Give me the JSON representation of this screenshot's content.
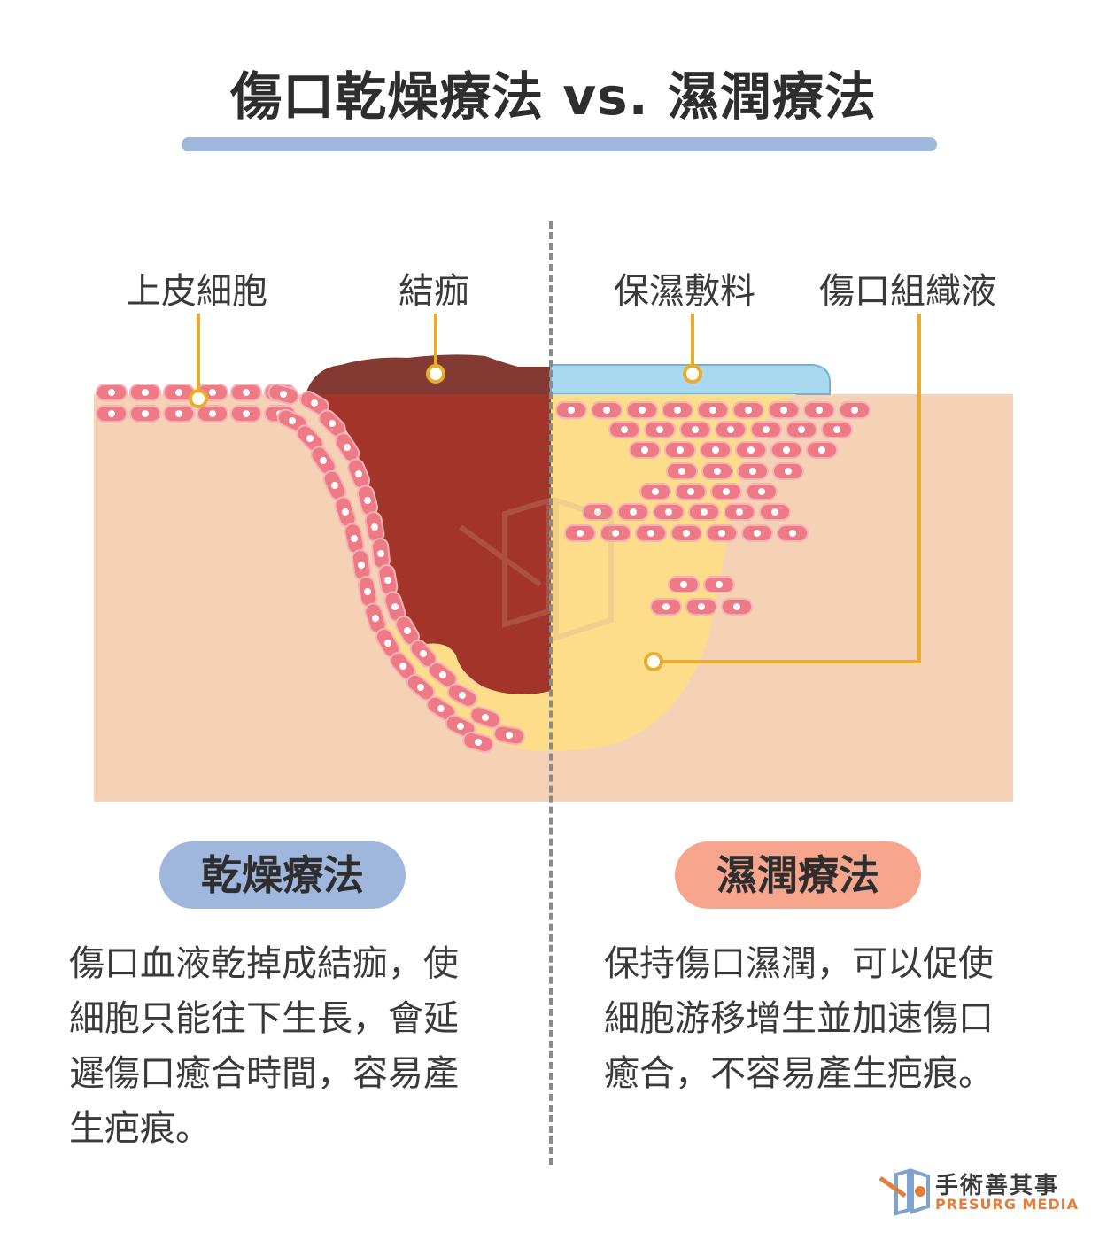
{
  "title": "傷口乾燥療法 vs. 濕潤療法",
  "labels": {
    "epithelial_cells": "上皮細胞",
    "scab": "結痂",
    "moist_dressing": "保濕敷料",
    "wound_fluid": "傷口組織液"
  },
  "dry": {
    "heading": "乾燥療法",
    "lines": [
      "傷口血液乾掉成結痂，使",
      "細胞只能往下生長，會延",
      "遲傷口癒合時間，容易產",
      "生疤痕。"
    ]
  },
  "wet": {
    "heading": "濕潤療法",
    "lines": [
      "保持傷口濕潤，可以促使",
      "細胞游移增生並加速傷口",
      "癒合，不容易產生疤痕。"
    ]
  },
  "logo": {
    "name_zh": "手術善其事",
    "name_en": "PRESURG MEDIA"
  },
  "colors": {
    "skin": "#f5d1b6",
    "cell": "#ee7a85",
    "scab": "#a3342a",
    "scab_top": "#823a32",
    "fluid": "#fddd8a",
    "dressing": "#a9d9ee",
    "leader": "#e8ad2d",
    "dry_pill": "#9fb7dc",
    "wet_pill": "#f7a58c"
  }
}
